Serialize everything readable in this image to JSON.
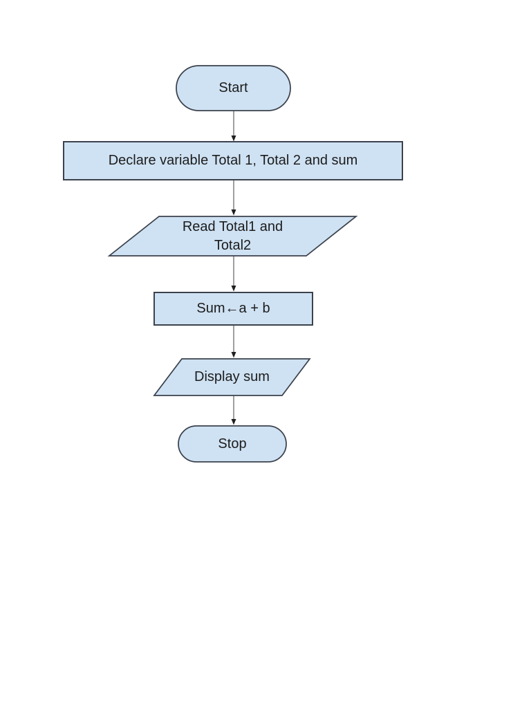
{
  "page": {
    "background": "#ffffff"
  },
  "flowchart": {
    "fill": "#cfe2f3",
    "stroke": "#3b414c",
    "arrow_line_color": "#5f5f5f",
    "arrow_head_color": "#1f1f1f",
    "text_color": "#1c1c1c",
    "nodes": [
      {
        "id": "start",
        "shape": "terminator",
        "label": "Start"
      },
      {
        "id": "declare",
        "shape": "process",
        "label": "Declare variable Total 1, Total 2 and sum"
      },
      {
        "id": "read",
        "shape": "input-output",
        "label": "Read Total1 and Total2",
        "lines": [
          "Read Total1 and",
          "Total2"
        ]
      },
      {
        "id": "sum",
        "shape": "process",
        "label": "Sum←a + b"
      },
      {
        "id": "display",
        "shape": "input-output",
        "label": "Display sum"
      },
      {
        "id": "stop",
        "shape": "terminator",
        "label": "Stop"
      }
    ],
    "edges": [
      {
        "from": "start",
        "to": "declare"
      },
      {
        "from": "declare",
        "to": "read"
      },
      {
        "from": "read",
        "to": "sum"
      },
      {
        "from": "sum",
        "to": "display"
      },
      {
        "from": "display",
        "to": "stop"
      }
    ]
  }
}
